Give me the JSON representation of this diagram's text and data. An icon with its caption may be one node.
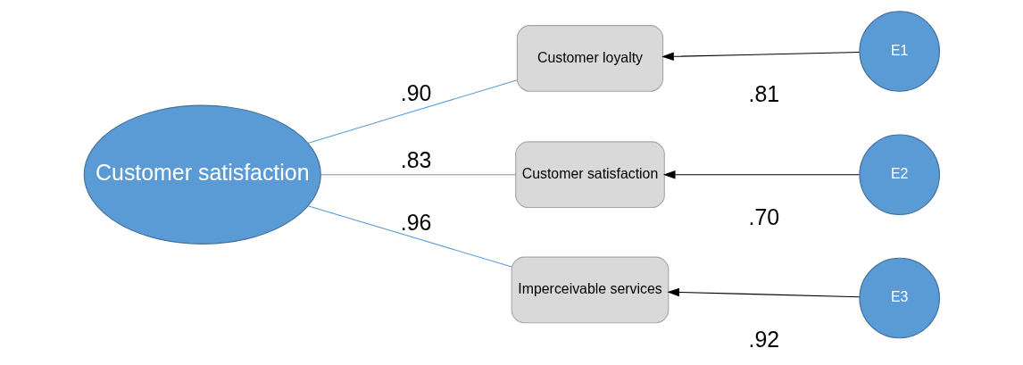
{
  "diagram": {
    "nodes": [
      {
        "text": [
          "Customer satisfaction"
        ]
      },
      {
        "text": [
          "Customer loyalty"
        ]
      },
      {
        "text": [
          "Customer satisfaction"
        ]
      },
      {
        "text": [
          "Imperceivable services"
        ]
      },
      {
        "text": [
          "E1"
        ]
      },
      {
        "text": [
          "E2"
        ]
      },
      {
        "text": [
          "E3"
        ]
      }
    ],
    "edges": [
      {
        "from": 0,
        "to": 1,
        "arrow": "none",
        "label": ".90",
        "color": "#5b9bd5"
      },
      {
        "from": 0,
        "to": 2,
        "arrow": "none",
        "label": ".83",
        "color": "#5b9bd5"
      },
      {
        "from": 0,
        "to": 3,
        "arrow": "none",
        "label": ".96",
        "color": "#5b9bd5"
      },
      {
        "from": 4,
        "to": 1,
        "arrow": "to",
        "label": ".81",
        "color": "#000000"
      },
      {
        "from": 5,
        "to": 2,
        "arrow": "to",
        "label": ".70",
        "color": "#000000"
      },
      {
        "from": 6,
        "to": 3,
        "arrow": "to",
        "label": ".92",
        "color": "#000000"
      }
    ]
  }
}
